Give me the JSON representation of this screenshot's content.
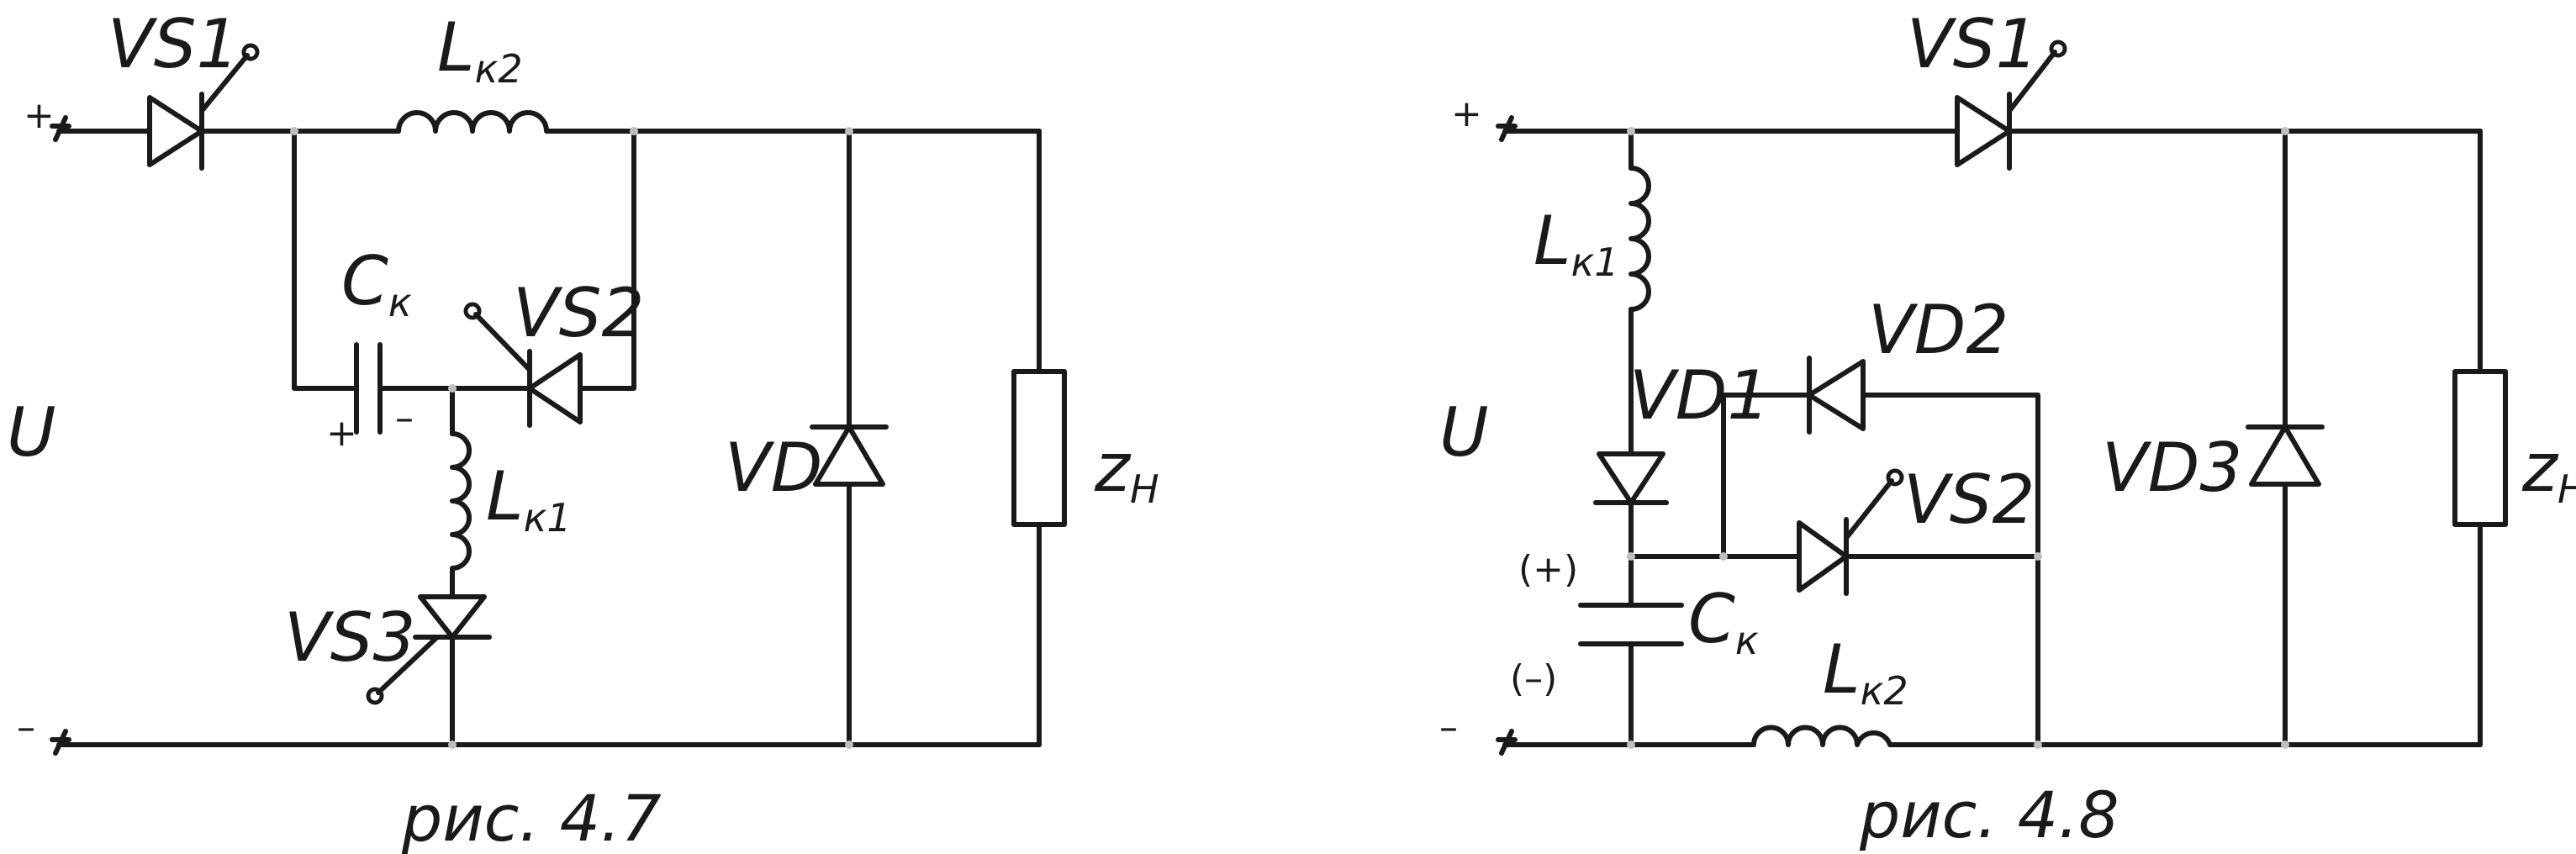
{
  "figures": [
    {
      "caption": "рис. 4.7",
      "labels": {
        "plus": "+",
        "minus": "–",
        "u": "U",
        "vs1": "VS1",
        "lk2_main": "L",
        "lk2_sub": "к2",
        "ck_main": "C",
        "ck_sub": "к",
        "vs2": "VS2",
        "cap_plus": "+",
        "cap_minus": "–",
        "lk1_main": "L",
        "lk1_sub": "к1",
        "vs3": "VS3",
        "vd": "VD",
        "zh_main": "z",
        "zh_sub": "H"
      }
    },
    {
      "caption": "рис. 4.8",
      "labels": {
        "plus": "+",
        "minus": "–",
        "u": "U",
        "vs1": "VS1",
        "lk1_main": "L",
        "lk1_sub": "к1",
        "vd2": "VD2",
        "vd1": "VD1",
        "vs2": "VS2",
        "cap_plus": "(+)",
        "cap_minus": "(–)",
        "ck_main": "C",
        "ck_sub": "к",
        "lk2_main": "L",
        "lk2_sub": "к2",
        "vd3": "VD3",
        "zh_main": "z",
        "zh_sub": "H"
      }
    }
  ]
}
